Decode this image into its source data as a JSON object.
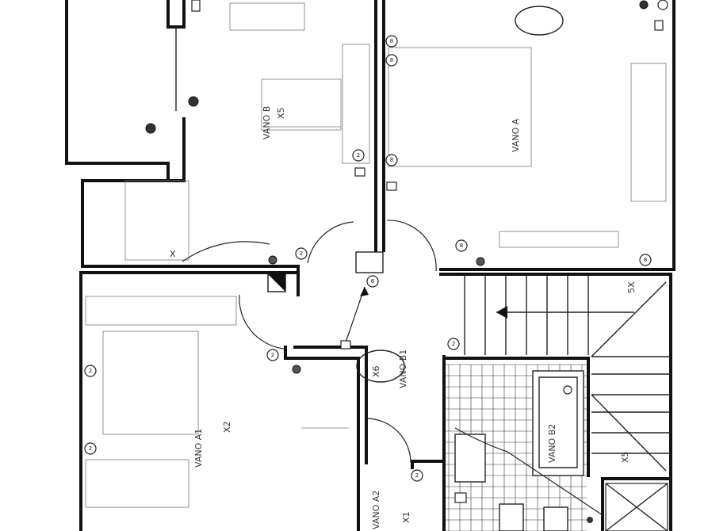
{
  "rooms": {
    "vano_b": "VANO B",
    "vano_b_count": "X5",
    "vano_a": "VANO A",
    "vano_a1": "VANO A1",
    "vano_a1_count": "X2",
    "vano_a2": "VANO A2",
    "vano_a2_count": "X1",
    "vano_b1": "VANO B1",
    "vano_b1_count": "X6",
    "vano_b2": "VANO B2",
    "stair_count_top": "5X",
    "stair_count_bottom": "X5",
    "corridor_mark": "X"
  },
  "symbols": {
    "socket_8": "8",
    "socket_2": "2",
    "socket_6": "6"
  }
}
